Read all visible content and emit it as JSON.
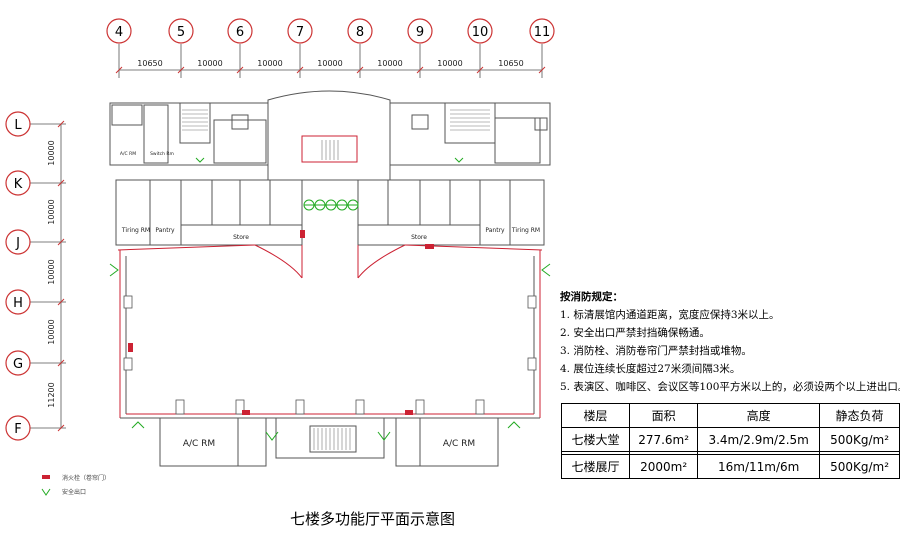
{
  "axes": {
    "vertical": [
      "4",
      "5",
      "6",
      "7",
      "8",
      "9",
      "10",
      "11"
    ],
    "horizontal": [
      "L",
      "K",
      "J",
      "H",
      "G",
      "F"
    ]
  },
  "dims_horizontal": [
    "10650",
    "10000",
    "10000",
    "10000",
    "10000",
    "10000",
    "10650"
  ],
  "dims_vertical": [
    "10000",
    "10000",
    "10000",
    "10000",
    "11200"
  ],
  "room_labels": {
    "ac_rm": "A/C RM",
    "store": "Store",
    "pantry": "Pantry",
    "tiring_rm": "Tiring RM",
    "switch_rm": "Switch Rm"
  },
  "legend": {
    "fire_item": "消火栓（卷帘门）",
    "exit_item": "安全出口"
  },
  "rules": {
    "title": "按消防规定：",
    "items": [
      "1. 标清展馆内通道距离，宽度应保持3米以上。",
      "2. 安全出口严禁封挡确保畅通。",
      "3. 消防栓、消防卷帘门严禁封挡或堆物。",
      "4. 展位连续长度超过27米须间隔3米。",
      "5. 表演区、咖啡区、会议区等100平方米以上的，必须设两个以上进出口。"
    ]
  },
  "spec_table": {
    "headers": [
      "楼层",
      "面积",
      "高度",
      "静态负荷"
    ],
    "rows": [
      [
        "七楼大堂",
        "277.6m²",
        "3.4m/2.9m/2.5m",
        "500Kg/m²"
      ],
      [
        "七楼展厅",
        "2000m²",
        "16m/11m/6m",
        "500Kg/m²"
      ]
    ]
  },
  "caption": "七楼多功能厅平面示意图",
  "colors": {
    "wall": "#555555",
    "accent": "#cc2233",
    "exit": "#22aa22",
    "axis": "#cc3333"
  }
}
